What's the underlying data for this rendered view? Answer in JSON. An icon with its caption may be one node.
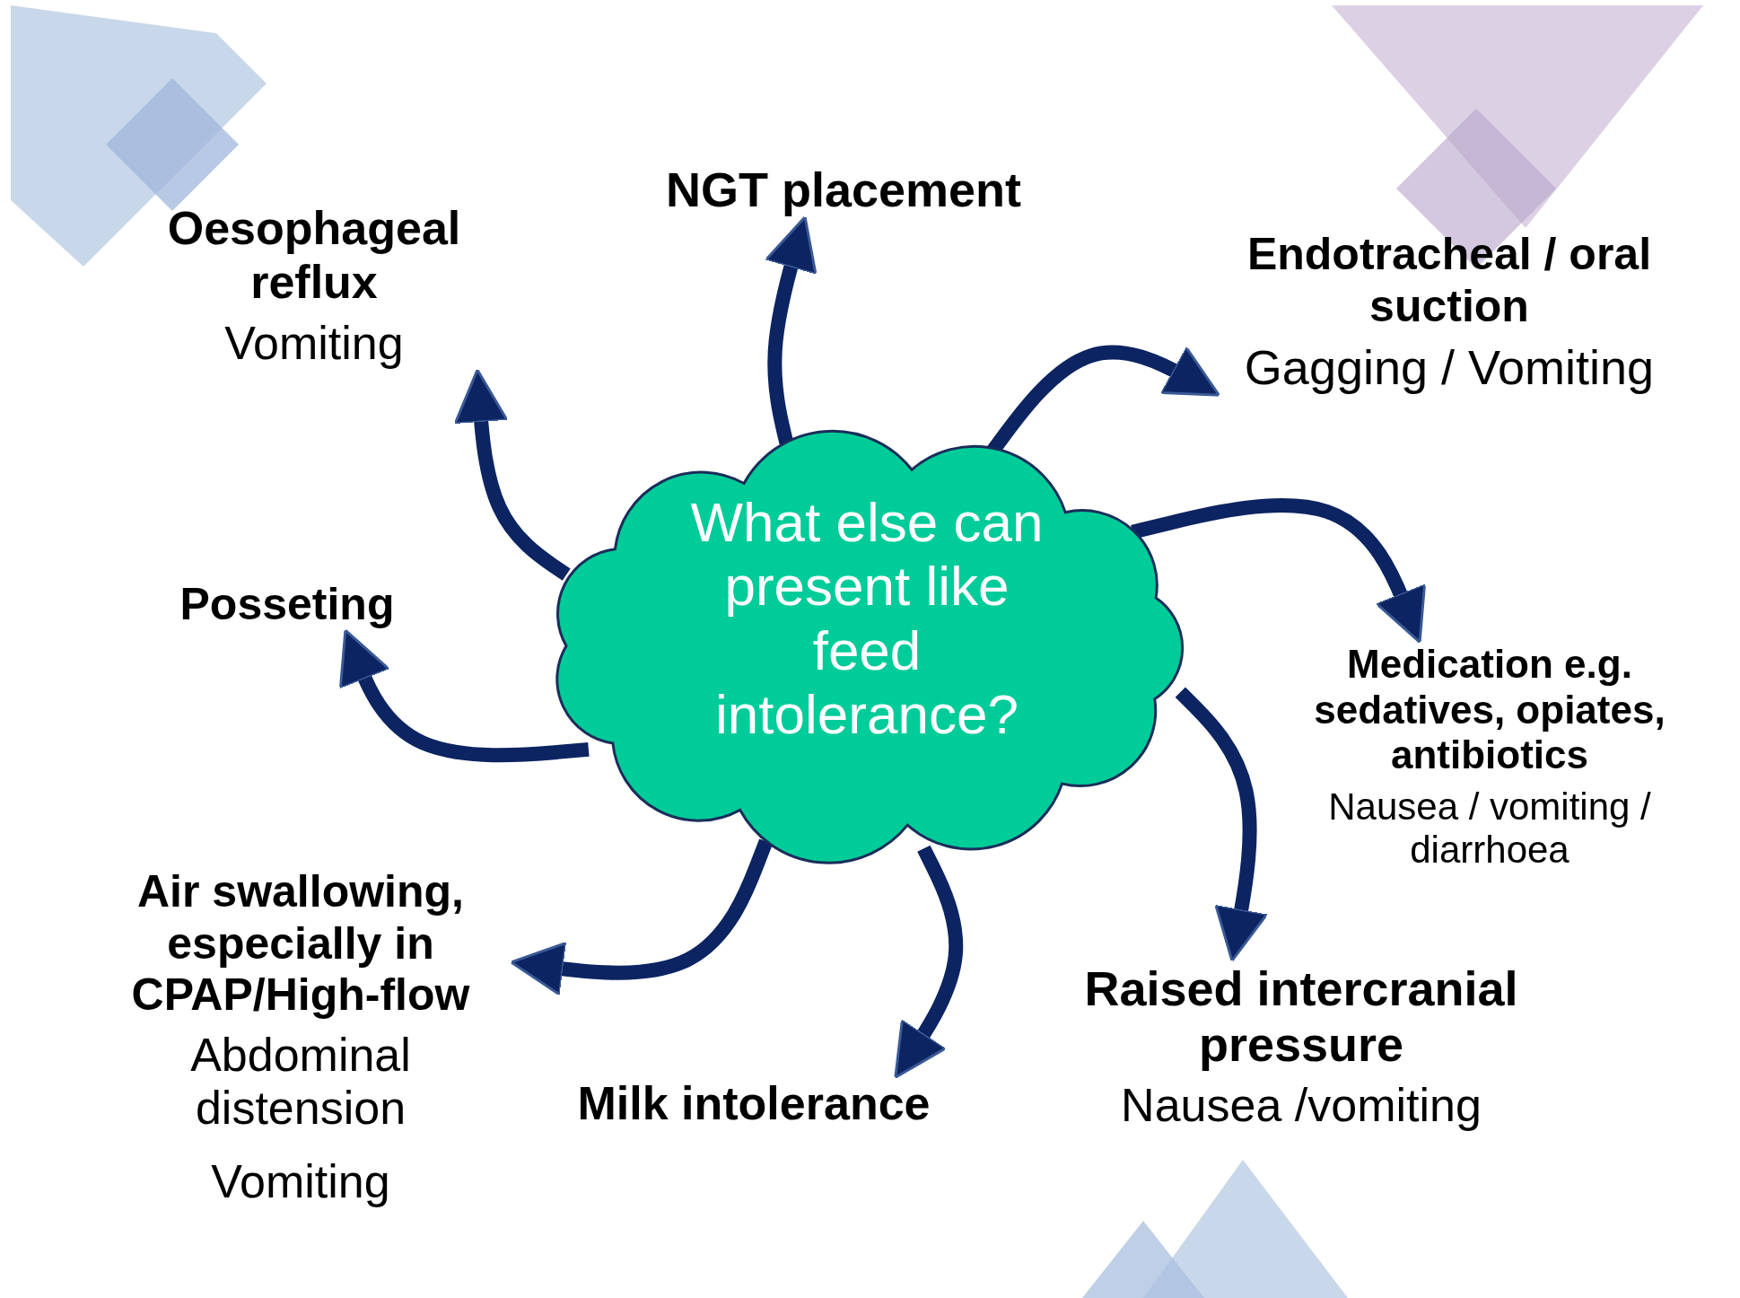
{
  "diagram": {
    "nodes": [
      {
        "text": [
          "What else can present like feed intolerance?"
        ]
      },
      {
        "text": [
          "Oesophageal reflux",
          "Vomiting"
        ]
      },
      {
        "text": [
          "NGT placement"
        ]
      },
      {
        "text": [
          "Endotracheal / oral suction",
          "Gagging / Vomiting"
        ]
      },
      {
        "text": [
          "Posseting"
        ]
      },
      {
        "text": [
          "Medication e.g. sedatives, opiates, antibiotics",
          "Nausea / vomiting / diarrhoea"
        ]
      },
      {
        "text": [
          "Air swallowing, especially in CPAP/High-flow",
          "Abdominal distension",
          "Vomiting"
        ]
      },
      {
        "text": [
          "Milk intolerance"
        ]
      },
      {
        "text": [
          "Raised intercranial pressure",
          "Nausea  /vomiting"
        ]
      }
    ],
    "edges": [
      {
        "from": 0,
        "to": 1,
        "arrow": "to"
      },
      {
        "from": 0,
        "to": 2,
        "arrow": "to"
      },
      {
        "from": 0,
        "to": 3,
        "arrow": "to"
      },
      {
        "from": 0,
        "to": 4,
        "arrow": "to"
      },
      {
        "from": 0,
        "to": 5,
        "arrow": "to"
      },
      {
        "from": 0,
        "to": 6,
        "arrow": "to"
      },
      {
        "from": 0,
        "to": 7,
        "arrow": "to"
      },
      {
        "from": 0,
        "to": 8,
        "arrow": "to"
      }
    ]
  }
}
